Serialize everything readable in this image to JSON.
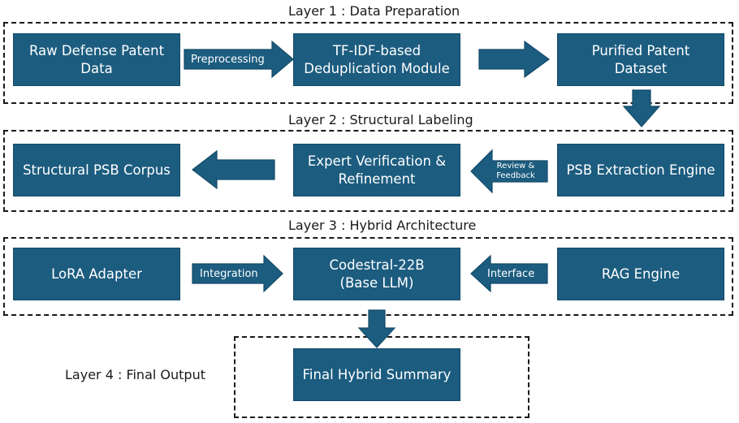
{
  "colors": {
    "box_fill": "#1c5c7f",
    "arrow_fill": "#1c5c7f",
    "text": "#ffffff"
  },
  "layers": {
    "l1_title": "Layer 1 : Data Preparation",
    "l2_title": "Layer 2 : Structural Labeling",
    "l3_title": "Layer 3 : Hybrid Architecture",
    "l4_title": "Layer 4 : Final Output"
  },
  "boxes": {
    "raw": "Raw Defense Patent\nData",
    "tfidf": "TF-IDF-based\nDeduplication Module",
    "purified": "Purified Patent\nDataset",
    "corpus": "Structural PSB Corpus",
    "expert": "Expert Verification &\nRefinement",
    "psb_engine": "PSB Extraction Engine",
    "lora": "LoRA Adapter",
    "codestral": "Codestral-22B\n(Base LLM)",
    "rag": "RAG Engine",
    "final": "Final Hybrid Summary"
  },
  "arrows": {
    "preprocessing": "Preprocessing",
    "review": "Review &\nFeedback",
    "integration": "Integration",
    "interface": "Interface"
  }
}
